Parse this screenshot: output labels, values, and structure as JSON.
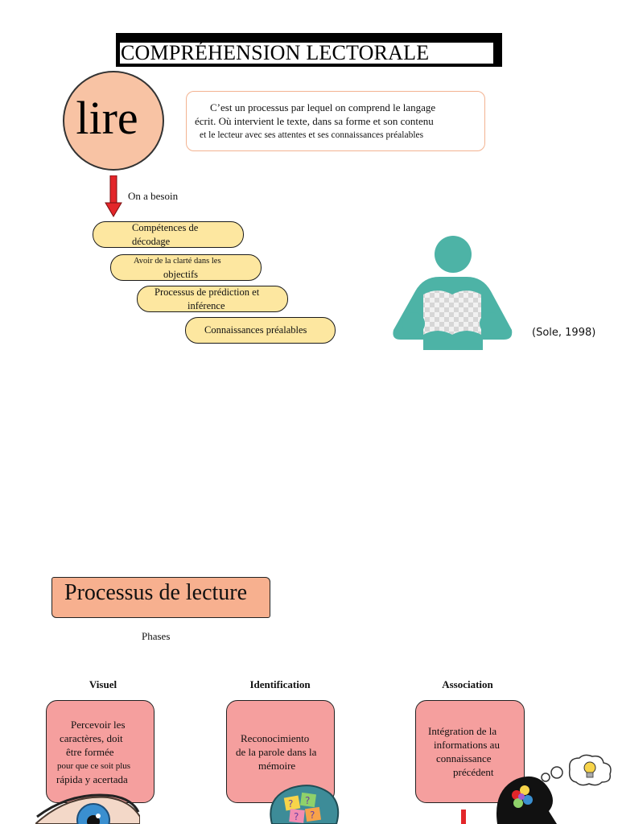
{
  "title": "COMPRÉHENSION LECTORALE",
  "lire": "lire",
  "definition": {
    "line1": "C’est un processus par lequel on comprend le langage",
    "line2": "écrit. Où intervient le texte, dans sa forme et son contenu",
    "line3": "et le lecteur avec ses attentes et ses connaissances préalables"
  },
  "besoin": "On a besoin",
  "needs": [
    {
      "line1": "Compétences de",
      "line2": "décodage"
    },
    {
      "line1": "Avoir de la clarté dans les",
      "line2": "objectifs"
    },
    {
      "line1": "Processus de prédiction et",
      "line2": "inférence"
    },
    {
      "line1": "Connaissances préalables"
    }
  ],
  "citation": "(Sole, 1998)",
  "processus": {
    "title": "Processus de lecture",
    "phases_label": "Phases",
    "phases": [
      {
        "name": "Visuel",
        "lines": [
          "Percevoir les",
          "caractères, doit",
          "être formée",
          "pour que ce soit plus",
          "rápida y acertada"
        ]
      },
      {
        "name": "Identification",
        "lines": [
          "Reconocimiento",
          "de la parole dans la",
          "mémoire"
        ]
      },
      {
        "name": "Association",
        "lines": [
          "Intégration de la",
          "informations au",
          "connaissance",
          "précédent"
        ]
      }
    ]
  },
  "colors": {
    "circle": "#f8c3a4",
    "pill": "#fde7a0",
    "teal": "#4db3a6",
    "phase_box": "#f59f9e",
    "title_box": "#f7b08f",
    "arrow": "#e3262a"
  }
}
